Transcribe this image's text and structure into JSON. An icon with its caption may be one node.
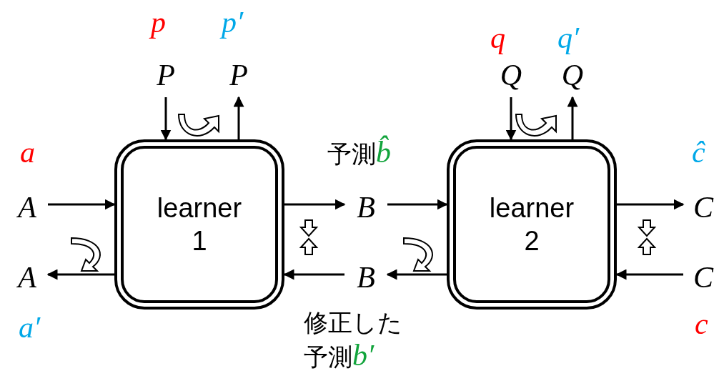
{
  "diagram": {
    "nodes": [
      {
        "text": [
          "learner 1"
        ]
      },
      {
        "text": [
          "learner 2"
        ]
      },
      {
        "text": [
          "P"
        ],
        "beside": [
          "p"
        ]
      },
      {
        "text": [
          "P"
        ],
        "beside": [
          "p′"
        ]
      },
      {
        "text": [
          "Q"
        ],
        "beside": [
          "q"
        ]
      },
      {
        "text": [
          "Q"
        ],
        "beside": [
          "q′"
        ]
      },
      {
        "text": [
          "A"
        ],
        "beside": [
          "a"
        ]
      },
      {
        "text": [
          "A"
        ],
        "beside": [
          "a′"
        ]
      },
      {
        "text": [
          "B"
        ],
        "beside": [
          "予測b̂"
        ]
      },
      {
        "text": [
          "B"
        ],
        "beside": [
          "修正した予測b′"
        ]
      },
      {
        "text": [
          "C"
        ],
        "beside": [
          "ĉ"
        ]
      },
      {
        "text": [
          "C"
        ],
        "beside": [
          "c"
        ]
      }
    ],
    "edges": [
      {
        "from": 2,
        "to": 0,
        "arrow": "to"
      },
      {
        "from": 0,
        "to": 3,
        "arrow": "to"
      },
      {
        "from": 6,
        "to": 0,
        "arrow": "to"
      },
      {
        "from": 0,
        "to": 7,
        "arrow": "to"
      },
      {
        "from": 0,
        "to": 8,
        "arrow": "to"
      },
      {
        "from": 9,
        "to": 0,
        "arrow": "to"
      },
      {
        "from": 4,
        "to": 1,
        "arrow": "to"
      },
      {
        "from": 1,
        "to": 5,
        "arrow": "to"
      },
      {
        "from": 8,
        "to": 1,
        "arrow": "to"
      },
      {
        "from": 1,
        "to": 9,
        "arrow": "to"
      },
      {
        "from": 1,
        "to": 10,
        "arrow": "to"
      },
      {
        "from": 11,
        "to": 1,
        "arrow": "to"
      }
    ]
  }
}
